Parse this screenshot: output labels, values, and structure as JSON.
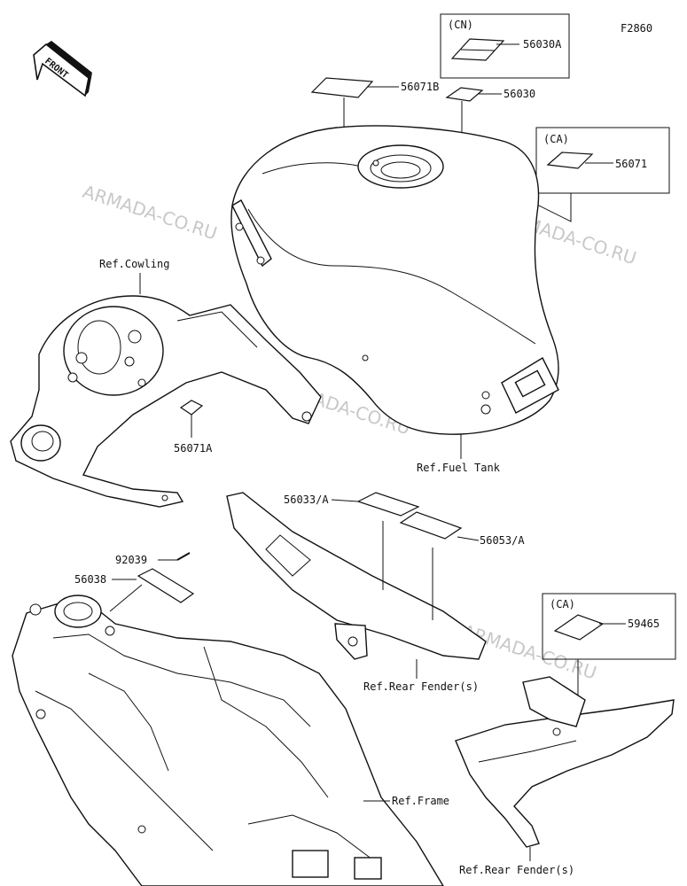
{
  "figure_code": "F2860",
  "front_label": "FRONT",
  "watermark": "ARMADA-CO.RU",
  "boxes": {
    "cn_box_label": "(CN)",
    "ca_box1_label": "(CA)",
    "ca_box2_label": "(CA)"
  },
  "part_numbers": {
    "p56030A": "56030A",
    "p56071B": "56071B",
    "p56030": "56030",
    "p56071": "56071",
    "p56071A": "56071A",
    "p56033A": "56033/A",
    "p56053A": "56053/A",
    "p92039": "92039",
    "p56038": "56038",
    "p59465": "59465"
  },
  "references": {
    "cowling": "Ref.Cowling",
    "fuel_tank": "Ref.Fuel Tank",
    "rear_fender_1": "Ref.Rear Fender(s)",
    "frame": "Ref.Frame",
    "rear_fender_2": "Ref.Rear Fender(s)"
  }
}
